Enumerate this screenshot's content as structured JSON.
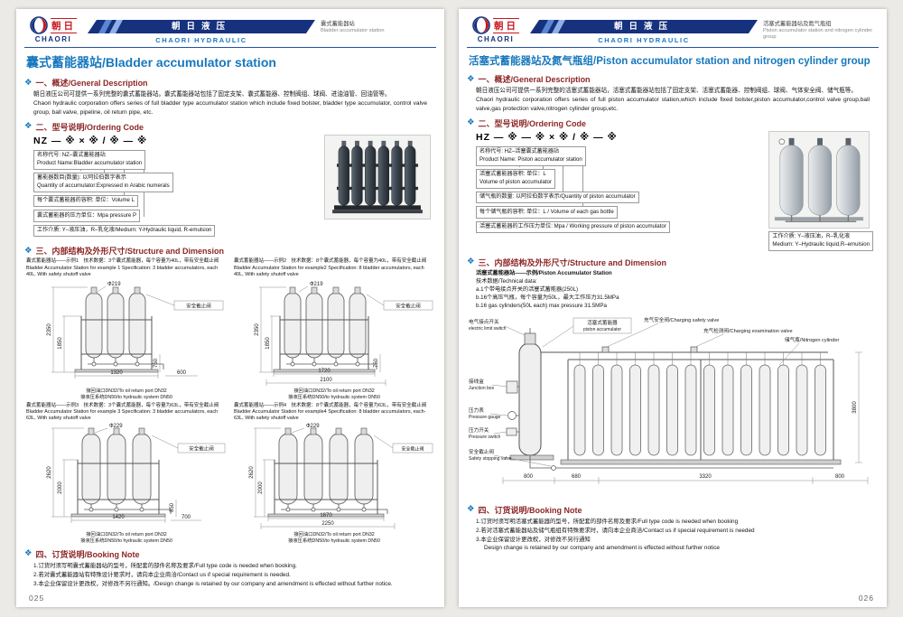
{
  "left": {
    "page_number": "025",
    "header": {
      "logo_cn": "朝日",
      "logo_en": "CHAORI",
      "band": "朝日液压",
      "company_en": "CHAORI HYDRAULIC",
      "right_cn": "囊式蓄能器站",
      "right_en": "Bladder accumulator station"
    },
    "title": "囊式蓄能器站/Bladder accumulator station",
    "s1_heading": "一、概述/General Description",
    "s1_cn": "朝日液压公司可提供一系列完整的囊式蓄能器站。囊式蓄能器站包括了固定支架、囊式蓄能器、控制阀组、球阀、进油油管、回油管等。",
    "s1_en": "Chaori hydraulic corporation offers series of full bladder type accumulator station which include fixed bolster, bladder type accumulator, control valve group, ball valve, pipeline, oil return pipe, etc.",
    "s2_heading": "二、型号说明/Ordering Code",
    "code": "NZ — ※ × ※ / ※ — ※",
    "code_lines": [
      "名称代号: NZ–囊式蓄能器站",
      "Product Name:Bladder accumulator station",
      "蓄能器数目(数量): 以阿拉伯数字表示",
      "Quantity of accumulator:Expressed in Arabic numerals",
      "每个囊式蓄能器的容积: 单位：Volume L",
      "囊式蓄能器的压力单位：Mpa pressure P",
      "工作介质: Y–液压油，R–乳化液/Medium: Y-Hydraulic liquid, R-emulsion"
    ],
    "s3_heading": "三、内部结构及外形尺寸/Structure and Dimension",
    "ex1": {
      "cap_cn": "囊式蓄能器站——示例1　技术数据：3个囊式蓄能器，每个容量为40L，带有安全截止阀",
      "cap_en": "Bladder Accumulator Station for example 1 Specification: 3 bladder accumulators, each 40L, With safety shutoff valve",
      "dia": "Ф219",
      "v1": "2350",
      "v2": "1850",
      "v3": "750",
      "h1": "1320",
      "h2": "600",
      "valve": "安全截止阀",
      "foot1": "接回油口DN32/To oil return port DN32",
      "foot2": "接液压系统DN50/to hydraulic system DN50"
    },
    "ex2": {
      "cap_cn": "囊式蓄能器站——示例2　技术数据：8个囊式蓄能器，每个容量为40L，带有安全截止阀",
      "cap_en": "Bladder Accumulator Station for example2 Specification: 8 bladder accumulators, each 40L, With safety shutoff valve",
      "dia": "Ф219",
      "v1": "2350",
      "v2": "1850",
      "v3": "750",
      "h1": "1720",
      "h2": "2100",
      "valve": "安全截止阀",
      "foot1": "接回油口DN32/To oil return port DN32",
      "foot2": "接液压系统DN50/to hydraulic system DN50"
    },
    "ex3": {
      "cap_cn": "囊式蓄能器站——示例3　技术数据：3个囊式蓄能器，每个容量为63L，带有安全截止阀",
      "cap_en": "Bladder Accumulator Station for example 3 Specification: 3 bladder accumulators, each 63L, With safety shutoff valve",
      "dia": "Ф229",
      "v1": "2620",
      "v2": "2000",
      "v3": "850",
      "h1": "1420",
      "h2": "700",
      "valve": "安全截止阀",
      "foot1": "接回油口DN32/To oil return port DN32",
      "foot2": "接液压系统DN50/to hydraulic system DN50"
    },
    "ex4": {
      "cap_cn": "囊式蓄能器站——示例4　技术数据：8个囊式蓄能器，每个容量为63L，带有安全截止阀",
      "cap_en": "Bladder Accumulator Station for example4 Specification: 8 bladder accumulators, each-63L, With safety shutoff valve",
      "dia": "Ф229",
      "v1": "2620",
      "v2": "2000",
      "v3": "850",
      "h1": "1870",
      "h2": "2250",
      "valve": "安全截止阀",
      "foot1": "接回油口DN32/To oil return port DN32",
      "foot2": "接液压系统DN50/to hydraulic system DN50"
    },
    "s4_heading": "四、订货说明/Booking Note",
    "notes": [
      "1.订货时须写明囊式蓄能器站的型号，所配套的部件名称及要求/Full type code is needed when booking.",
      "2.若对囊式蓄能器站有特殊设计要求时，请向本企业商洽/Contact us if special requirement is needed.",
      "3.本企业保留设计更改权，对修改不另行通知。/Design change is retained by our company and amendment is effected without further notice."
    ]
  },
  "right": {
    "page_number": "026",
    "header": {
      "logo_cn": "朝日",
      "logo_en": "CHAORI",
      "band": "朝日液压",
      "company_en": "CHAORI HYDRAULIC",
      "right_cn": "活塞式蓄能器站及氮气瓶组",
      "right_en": "Piston accumulator station and nitrogen cylinder group"
    },
    "title": "活塞式蓄能器站及氮气瓶组/Piston accumulator station and nitrogen cylinder group",
    "s1_heading": "一、概述/General Description",
    "s1_cn": "朝日液压公司可提供一系列完整的活塞式蓄能器站，活塞式蓄能器站包括了固定支架、活塞式蓄能器、控制阀组、球阀、气体安全阀、储气瓶等。",
    "s1_en": "Chaori hydraulic corporation offers series of full piston accumulator station,which include fixed bolster,piston accumulator,control valve group,ball valve,gas protection valve,nitrogen cylinder group,etc.",
    "s2_heading": "二、型号说明/Ordering Code",
    "code": "HZ — ※ — ※ × ※ / ※ — ※",
    "code_lines": [
      "名称代号: HZ–活塞囊式蓄能器站",
      "Product Name: Piston accumulator station",
      "活塞式蓄能器容积: 单位：L",
      "Volume of piston accumulator",
      "储气瓶的数量: 以阿拉伯数字表示/Quantity of piston accumulator",
      "每个储气瓶的容积: 单位：L / Volume of each gas bottle",
      "活塞式蓄能器的工作压力单位: Mpa / Working pressure of piston accumulator"
    ],
    "medium_cn": "工作介质: Y–液压油，R–乳化液",
    "medium_en": "Medium: Y–Hydraulic liquid,R–emulsion",
    "s3_heading": "三、内部结构及外形尺寸/Structure and Dimension",
    "ex_title": "活塞式蓄能器站——示例/Piston Accumulator Station",
    "tech": [
      "技术数据/Technical data:",
      "a.1个带电接点开关的活塞式蓄能器(250L)",
      "b.16个高压气瓶，每个容量为50L，最大工作压力31.5MPa",
      "b.16 gas cylinders(50L each) max pressure 31.5MPa"
    ],
    "labels": {
      "limit_cn": "电气接点开关",
      "limit_en": "electric limit switch",
      "piston_cn": "活塞式蓄能器",
      "piston_en": "piston accumulator",
      "charge_safety": "充气安全阀/Charging safety valve",
      "charge_exam": "充气检测阀/Charging examination valve",
      "nitrogen": "储气瓶/Nitrogen cylinder",
      "junction_cn": "接线盒",
      "junction_en": "Junction box",
      "pgauge_cn": "压力表",
      "pgauge_en": "Pressure gauge",
      "pswitch_cn": "压力开关",
      "pswitch_en": "Pressure switch",
      "stop_cn": "安全截止阀",
      "stop_en": "Safety stopping valve"
    },
    "dims": {
      "v": "3800",
      "b1": "800",
      "b2": "680",
      "b3": "3320",
      "b4": "800"
    },
    "s4_heading": "四、订货说明/Booking Note",
    "notes": [
      "1.订货时须写明活塞式蓄能器的型号，所配套的部件名称及要求/Full type code is needed when booking",
      "2.若对活塞式蓄能器站及储气瓶组有特殊要求时，请向本企业商洽/Contact us if special requirement is needed",
      "3.本企业保留设计更改权，对修改不另行通知",
      "Design change is retained by our company and amendment is effected without further notice"
    ]
  }
}
